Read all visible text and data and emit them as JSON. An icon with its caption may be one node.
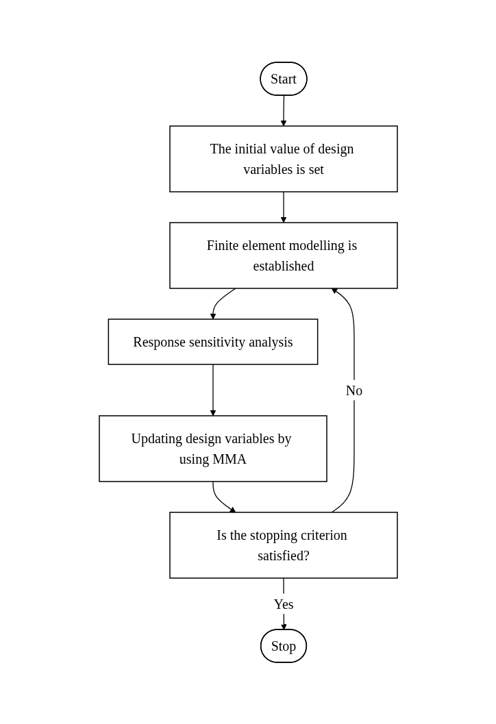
{
  "diagram": {
    "nodes": [
      {
        "text": [
          "Start"
        ]
      },
      {
        "text": [
          "The initial value of design variables is set"
        ]
      },
      {
        "text": [
          "Finite element modelling is established"
        ]
      },
      {
        "text": [
          "Response sensitivity analysis"
        ]
      },
      {
        "text": [
          "Updating design variables by using MMA"
        ]
      },
      {
        "text": [
          "Is the stopping criterion satisfied?"
        ]
      },
      {
        "text": [
          "Stop"
        ]
      }
    ],
    "edges": [
      {
        "from": 0,
        "to": 1,
        "arrow": "to"
      },
      {
        "from": 1,
        "to": 2,
        "arrow": "to"
      },
      {
        "from": 2,
        "to": 3,
        "arrow": "to"
      },
      {
        "from": 3,
        "to": 4,
        "arrow": "to"
      },
      {
        "from": 4,
        "to": 5,
        "arrow": "to"
      },
      {
        "from": 5,
        "to": 6,
        "arrow": "to",
        "label": "Yes"
      },
      {
        "from": 5,
        "to": 2,
        "arrow": "to",
        "label": "No"
      }
    ]
  }
}
